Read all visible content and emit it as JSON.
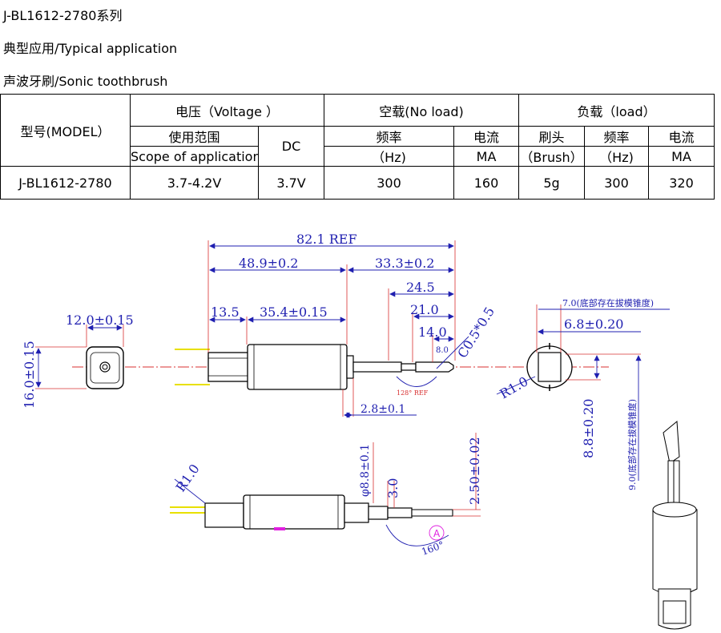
{
  "header": {
    "title": "J-BL1612-2780系列",
    "application": "典型应用/Typical application",
    "use": "声波牙刷/Sonic toothbrush"
  },
  "table": {
    "model_header": "型号(MODEL）",
    "voltage_header": "电压（Voltage ）",
    "noload_header": "空载(No load)",
    "load_header": "负载（load）",
    "usage_range_zh": "使用范围",
    "usage_range_en": "Scope of application",
    "dc": "DC",
    "freq_zh": "频率",
    "freq_unit": "（Hz)",
    "current_zh": "电流",
    "current_unit": "MA",
    "brush_zh": "刷头",
    "brush_en": "（Brush）",
    "load_freq_zh": "频率",
    "load_freq_unit": "（Hz)",
    "load_current_zh": "电流",
    "load_current_unit": "MA",
    "row": {
      "model": "J-BL1612-2780",
      "range": "3.7-4.2V",
      "dc": "3.7V",
      "noload_freq": "300",
      "noload_current": "160",
      "brush": "5g",
      "load_freq": "300",
      "load_current": "320"
    }
  },
  "drawing": {
    "ref_length": "82.1 REF",
    "body_length": "48.9±0.2",
    "shaft_length": "33.3±0.2",
    "d_24_5": "24.5",
    "d_21_0": "21.0",
    "d_14_0": "14.0",
    "d_8_0": "8.0",
    "chamfer": "C0.5*0.5",
    "d_13_5": "13.5",
    "d_35_4": "35.4±0.15",
    "front_width": "12.0±0.15",
    "front_height": "16.0±0.15",
    "angle_128": "128° REF",
    "d_2_8": "2.8±0.1",
    "note_7_0": "7.0(底部存在拔模锥度)",
    "d_6_8": "6.8±0.20",
    "r1_a": "R1.0",
    "d_8_8": "8.8±0.20",
    "note_9_0": "9.0(底部存在拔模锥度)",
    "r1_b": "R1.0",
    "dia_8_8": "φ8.8±0.1",
    "d_3_0": "3.0",
    "d_2_50": "2.50±0.02",
    "mark_a": "A",
    "angle_160": "160°"
  }
}
